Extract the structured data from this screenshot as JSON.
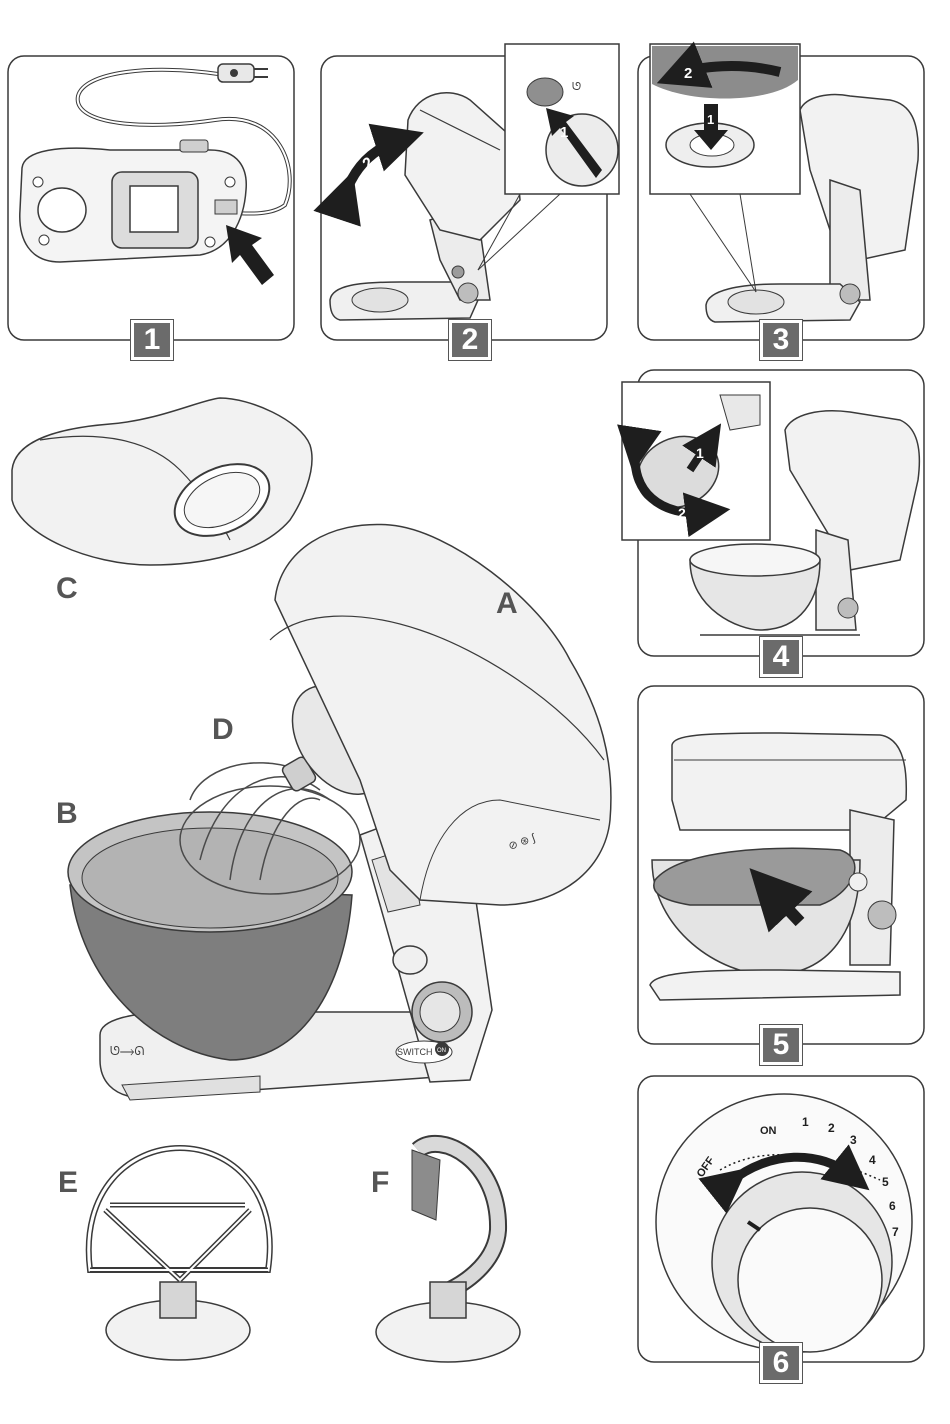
{
  "steps": [
    {
      "number": "1"
    },
    {
      "number": "2",
      "arrow_labels": [
        "1",
        "2"
      ]
    },
    {
      "number": "3",
      "arrow_labels": [
        "1",
        "2"
      ]
    },
    {
      "number": "4",
      "arrow_labels": [
        "1",
        "2"
      ]
    },
    {
      "number": "5"
    },
    {
      "number": "6"
    }
  ],
  "parts": {
    "a": "A",
    "b": "B",
    "c": "C",
    "d": "D",
    "e": "E",
    "f": "F"
  },
  "switch_on_logo": {
    "prefix": "SWITCH",
    "suffix": "ON"
  },
  "dial": {
    "off_label": "OFF",
    "on_label": "ON",
    "speeds": [
      "1",
      "2",
      "3",
      "4",
      "5",
      "6",
      "7"
    ]
  },
  "colors": {
    "line": "#3a3a3a",
    "light_fill": "#f1f1f1",
    "mid_fill": "#d4d4d4",
    "dark_fill": "#8a8a8a",
    "badge": "#6b6b6b",
    "arrow": "#1e1e1e"
  },
  "icons": [
    "pointer-arrow",
    "rotate-arrow",
    "tilt-head-icon",
    "speed-dial"
  ]
}
